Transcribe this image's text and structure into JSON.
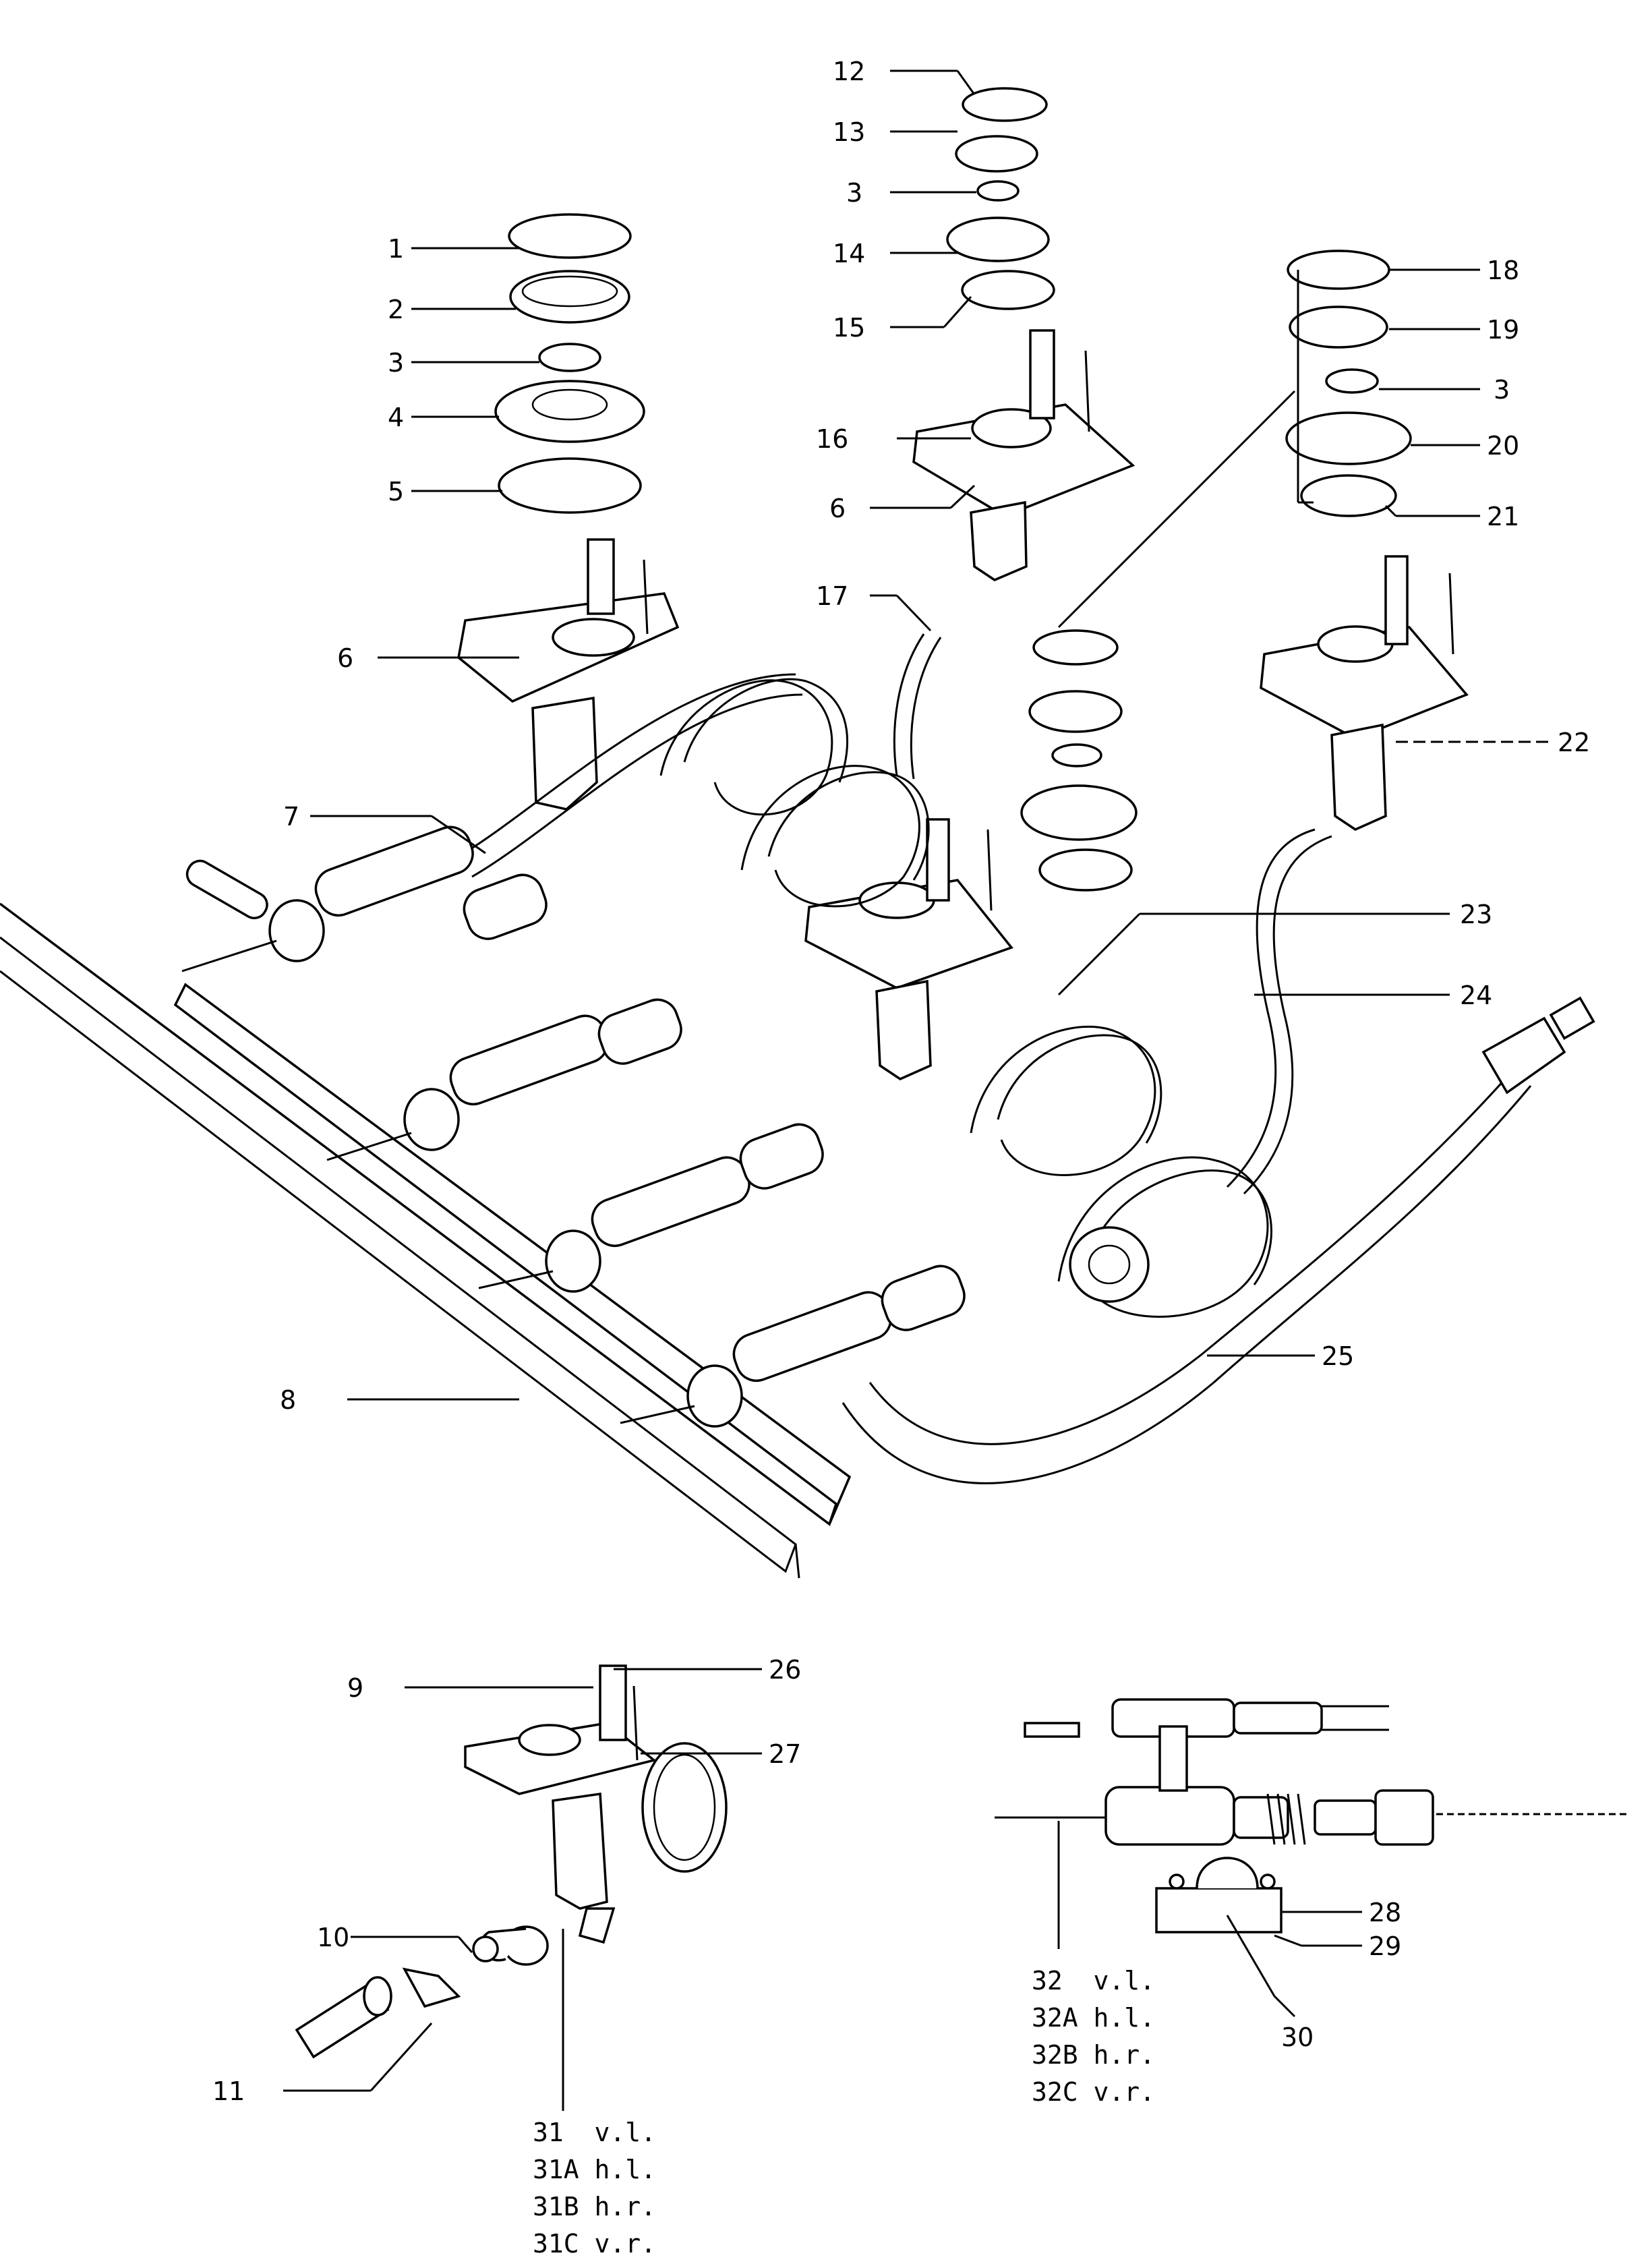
{
  "callouts": {
    "c1": "1",
    "c2": "2",
    "c3a": "3",
    "c4": "4",
    "c5": "5",
    "c6a": "6",
    "c7": "7",
    "c8": "8",
    "c9": "9",
    "c10": "10",
    "c11": "11",
    "c12": "12",
    "c13": "13",
    "c3b": "3",
    "c14": "14",
    "c15": "15",
    "c16": "16",
    "c6b": "6",
    "c17": "17",
    "c18": "18",
    "c19": "19",
    "c3c": "3",
    "c20": "20",
    "c21": "21",
    "c22": "22",
    "c23": "23",
    "c24": "24",
    "c25": "25",
    "c26": "26",
    "c27": "27",
    "c28": "28",
    "c29": "29",
    "c30": "30"
  },
  "variant_lists": {
    "p31": [
      "31  v.l.",
      "31A h.l.",
      "31B h.r.",
      "31C v.r."
    ],
    "p32": [
      "32  v.l.",
      "32A h.l.",
      "32B h.r.",
      "32C v.r."
    ]
  }
}
